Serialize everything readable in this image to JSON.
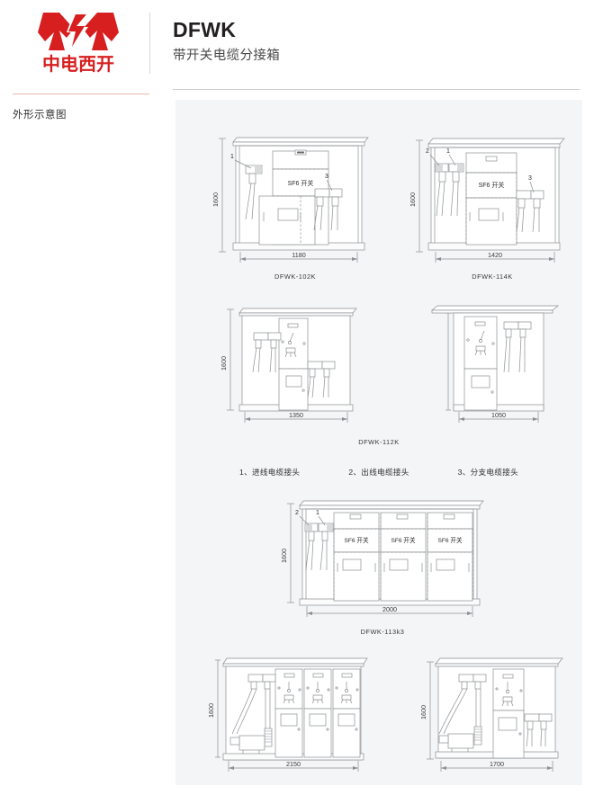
{
  "brand": {
    "logo_icon": "xk-lightning-logo-icon",
    "name_cn": "中电西开",
    "color": "#d71f20"
  },
  "header": {
    "title": "DFWK",
    "subtitle": "带开关电缆分接箱"
  },
  "sidebar": {
    "section_label": "外形示意图",
    "rule_color": "#f0b4ae"
  },
  "panel": {
    "background": "#f4f5f6"
  },
  "legend": {
    "items": [
      "1、进线电缆接头",
      "2、出线电缆接头",
      "3、分支电缆接头"
    ]
  },
  "figures": [
    {
      "id": "dfwk-102k",
      "caption": "DFWK-102K",
      "height_mm": "1600",
      "width_mm": "1180",
      "switch_label": "SF6 开关",
      "callouts": [
        "1",
        "3"
      ]
    },
    {
      "id": "dfwk-114k",
      "caption": "DFWK-114K",
      "height_mm": "1600",
      "width_mm": "1420",
      "switch_label": "SF6 开关",
      "callouts": [
        "2",
        "1",
        "3"
      ]
    },
    {
      "id": "dfwk-112k-left",
      "caption": "DFWK-112K",
      "height_mm": "1600",
      "width_mm": "1350",
      "switch_label": "",
      "callouts": []
    },
    {
      "id": "dfwk-112k-right",
      "caption": "",
      "height_mm": "",
      "width_mm": "1050",
      "switch_label": "",
      "callouts": []
    },
    {
      "id": "dfwk-113k3",
      "caption": "DFWK-113k3",
      "height_mm": "1600",
      "width_mm": "2000",
      "switch_labels": [
        "SF6 开关",
        "SF6 开关",
        "SF6 开关"
      ],
      "callouts": [
        "2",
        "1"
      ]
    },
    {
      "id": "bottom-left",
      "caption": "",
      "height_mm": "1600",
      "width_mm": "2150",
      "switch_label": "",
      "callouts": []
    },
    {
      "id": "bottom-right",
      "caption": "",
      "height_mm": "1600",
      "width_mm": "1700",
      "switch_label": "",
      "callouts": []
    }
  ]
}
